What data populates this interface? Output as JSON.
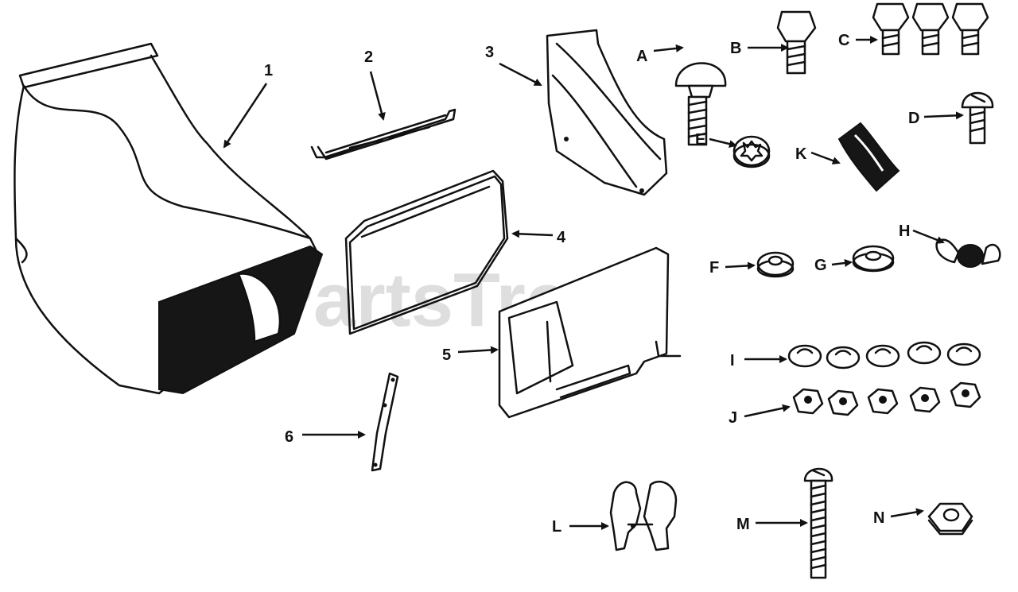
{
  "watermark": "PartsTree",
  "callouts": {
    "p1": "1",
    "p2": "2",
    "p3": "3",
    "p4": "4",
    "p5": "5",
    "p6": "6",
    "A": "A",
    "B": "B",
    "C": "C",
    "D": "D",
    "E": "E",
    "F": "F",
    "G": "G",
    "H": "H",
    "I": "I",
    "J": "J",
    "K": "K",
    "L": "L",
    "M": "M",
    "N": "N"
  },
  "colors": {
    "ink": "#111111",
    "watermark": "#d4d4d4",
    "background": "#ffffff"
  }
}
